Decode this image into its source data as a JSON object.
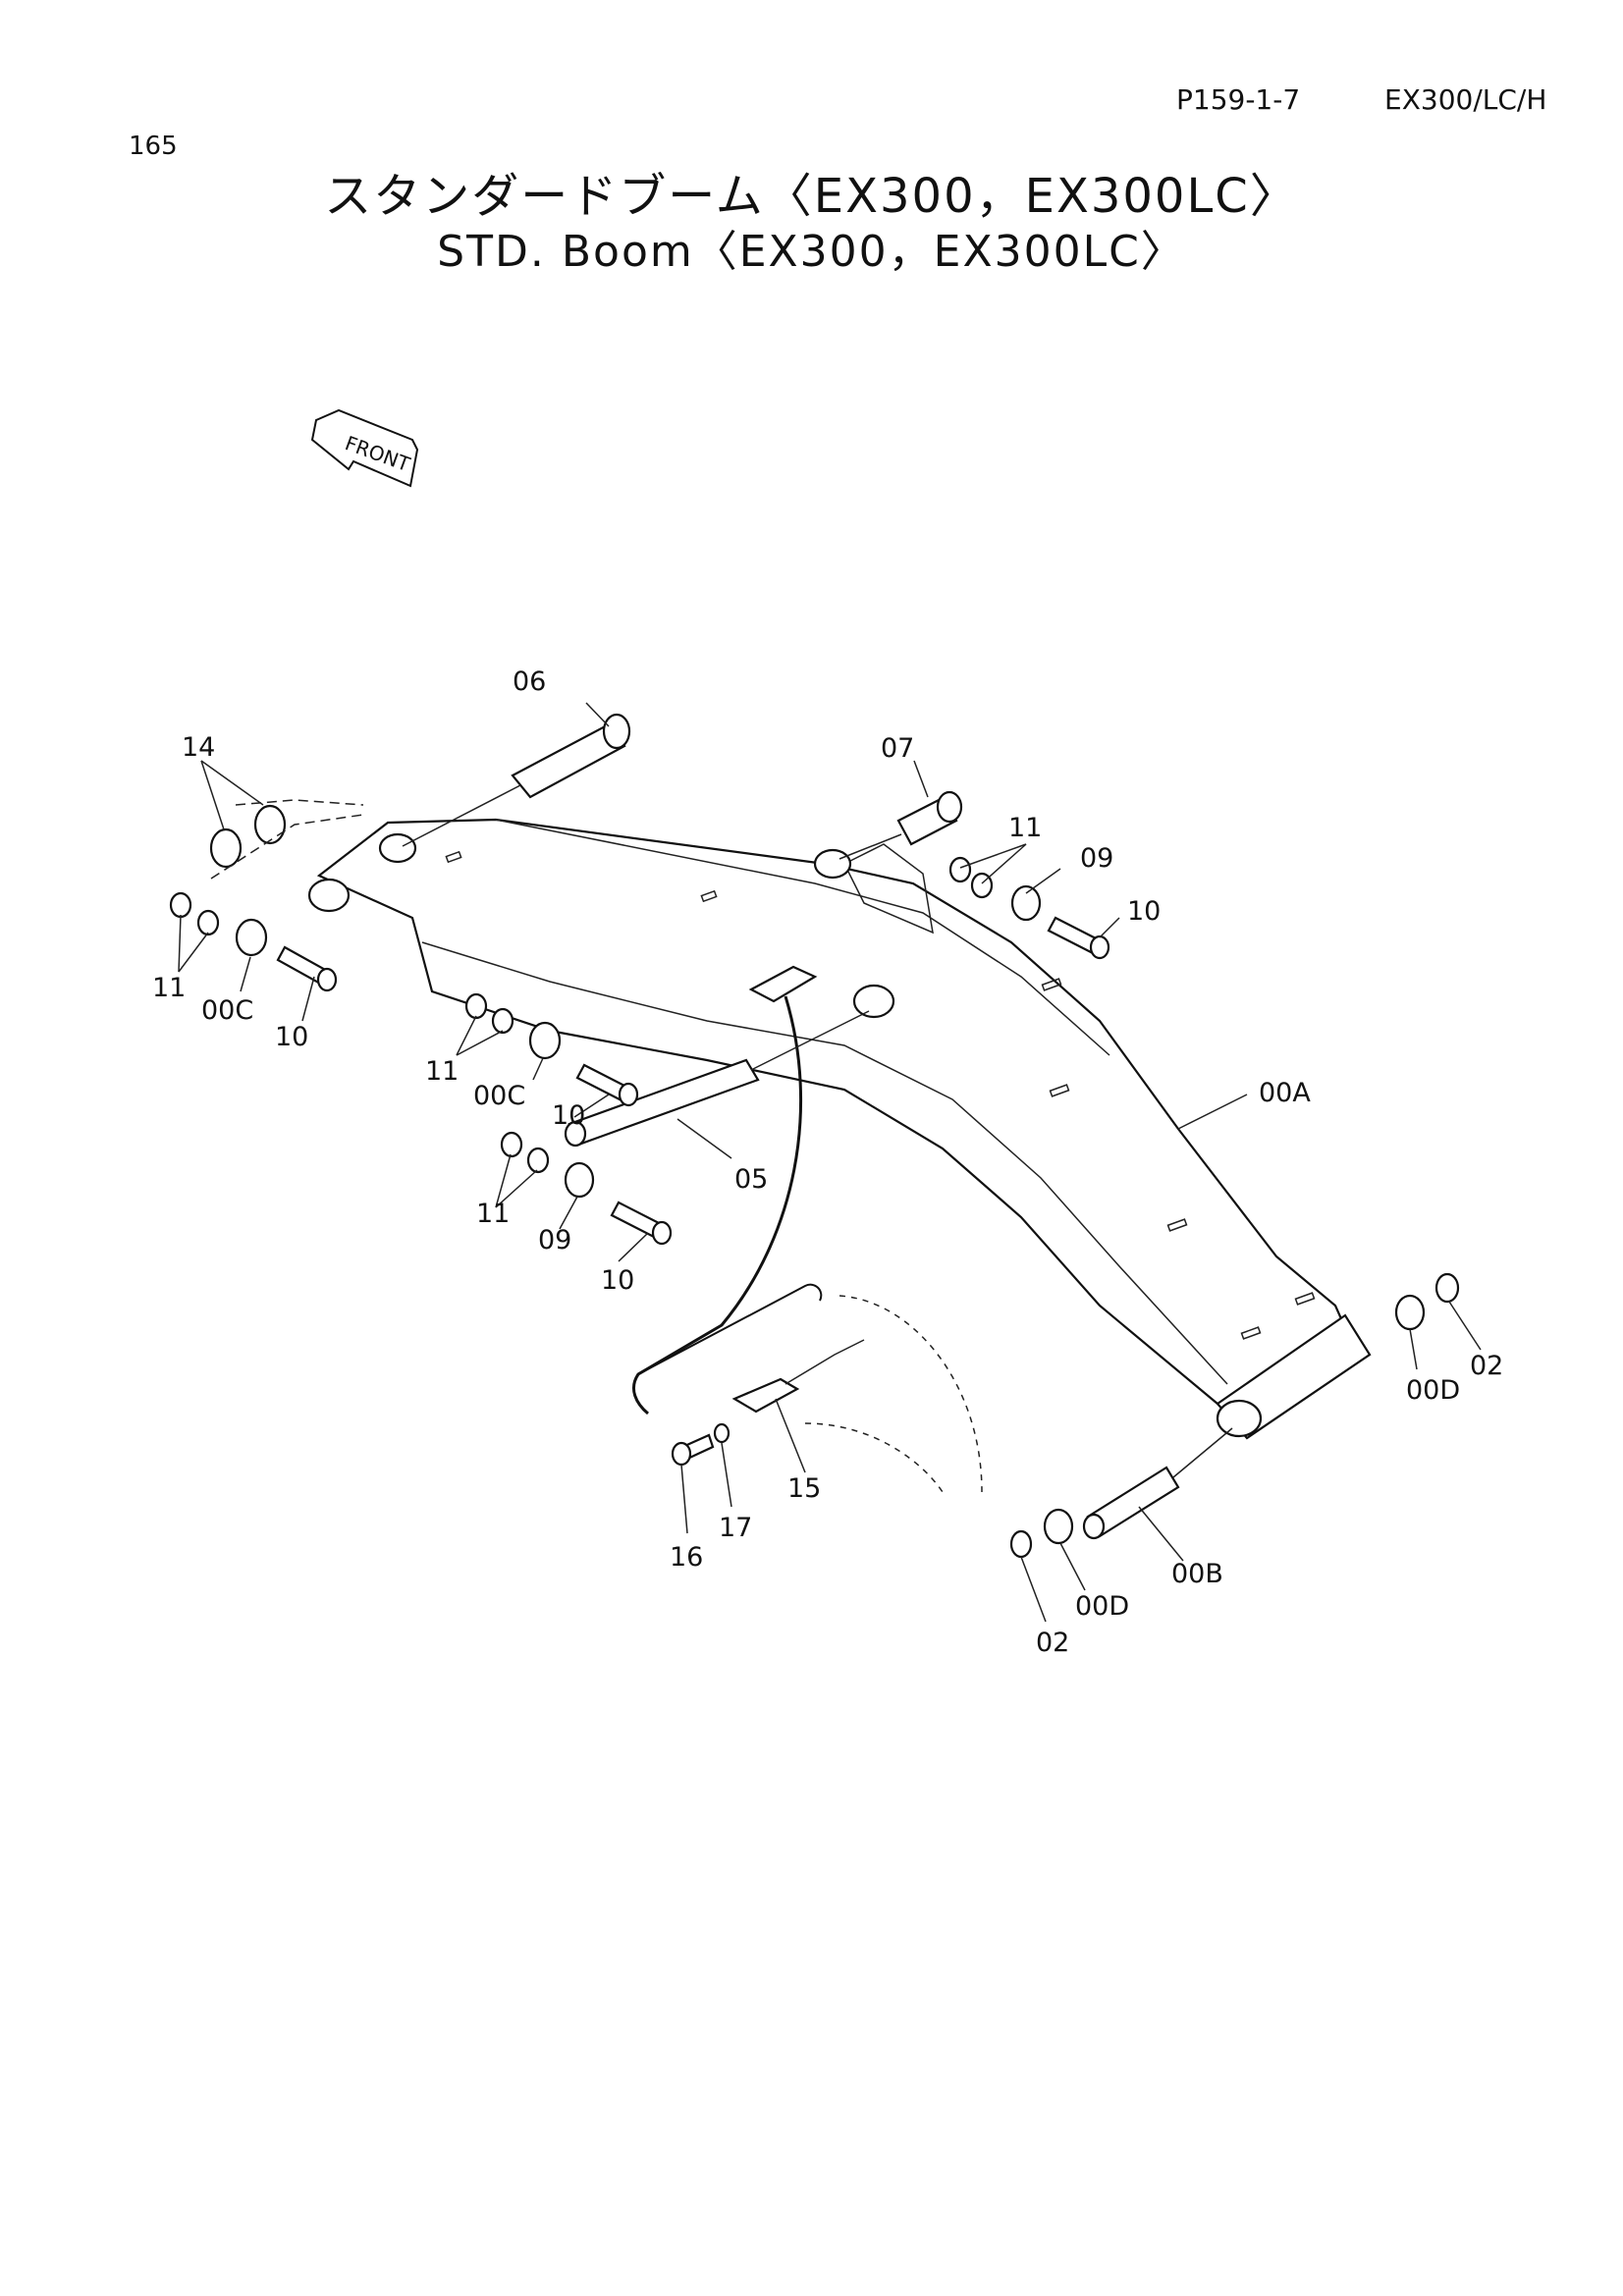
{
  "header": {
    "page_number": "165",
    "reference": "P159-1-7",
    "model": "EX300/LC/H"
  },
  "title": {
    "japanese": "スタンダードブーム〈EX300，EX300LC〉",
    "english": "STD. Boom〈EX300，EX300LC〉"
  },
  "front_indicator": "FRONT",
  "callouts": {
    "c06": "06",
    "c14": "14",
    "c07": "07",
    "c11a": "11",
    "c09a": "09",
    "c10a": "10",
    "c11b": "11",
    "c00c_a": "00C",
    "c10b": "10",
    "c11c": "11",
    "c00c_b": "00C",
    "c10c": "10",
    "c00a": "00A",
    "c05": "05",
    "c11d": "11",
    "c09b": "09",
    "c10d": "10",
    "c02a": "02",
    "c00d_a": "00D",
    "c15": "15",
    "c17": "17",
    "c16": "16",
    "c00b": "00B",
    "c00d_b": "00D",
    "c02b": "02"
  }
}
